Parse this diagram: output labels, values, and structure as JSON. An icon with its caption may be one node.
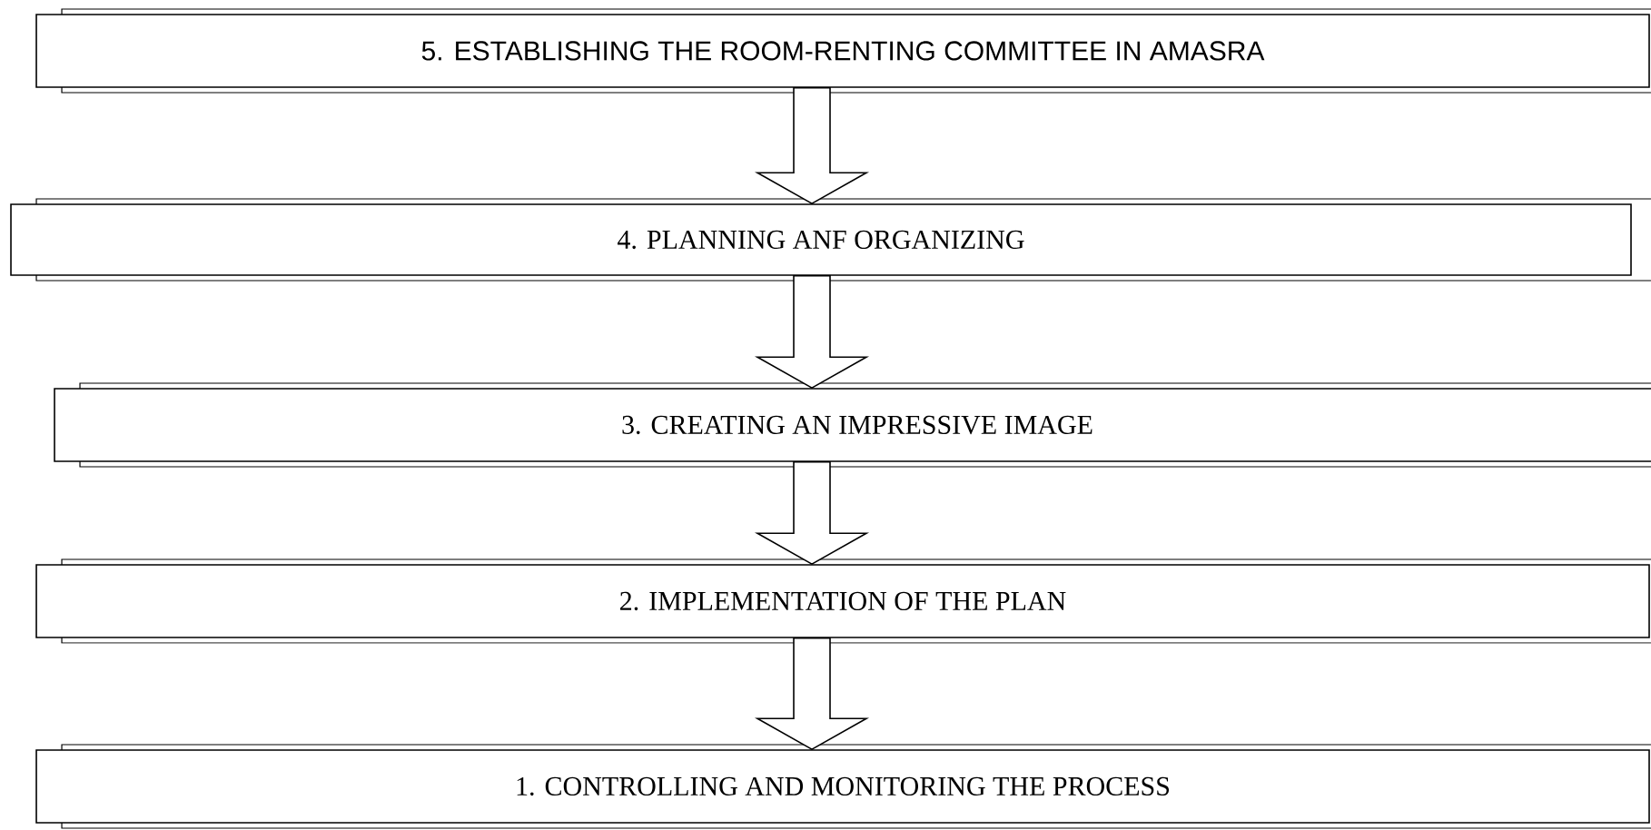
{
  "diagram": {
    "nodes": [
      {
        "text": [
          "5. ESTABLISHING THE ROOM-RENTING COMMITTEE IN AMASRA"
        ]
      },
      {
        "text": [
          "4. PLANNING ANF ORGANIZING"
        ]
      },
      {
        "text": [
          "3. CREATING AN IMPRESSIVE IMAGE"
        ]
      },
      {
        "text": [
          "2. IMPLEMENTATION OF THE PLAN"
        ]
      },
      {
        "text": [
          "1. CONTROLLING AND MONITORING THE PROCESS"
        ]
      }
    ],
    "edges": [
      {
        "from": 0,
        "to": 1,
        "arrow": "to"
      },
      {
        "from": 1,
        "to": 2,
        "arrow": "to"
      },
      {
        "from": 2,
        "to": 3,
        "arrow": "to"
      },
      {
        "from": 3,
        "to": 4,
        "arrow": "to"
      }
    ]
  }
}
